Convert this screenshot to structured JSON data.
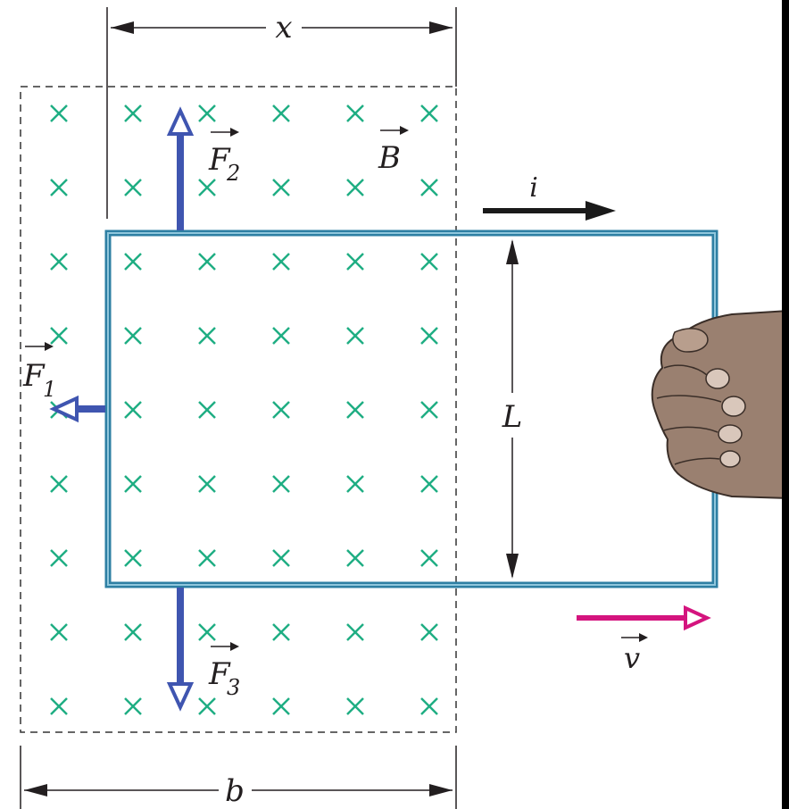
{
  "labels": {
    "x": "x",
    "b": "b",
    "L": "L",
    "i": "i",
    "F1": "F",
    "F1_sub": "1",
    "F2": "F",
    "F2_sub": "2",
    "F3": "F",
    "F3_sub": "3",
    "B": "B",
    "v": "v"
  },
  "field": {
    "symbol": "×",
    "rows": 9,
    "cols": 6
  },
  "colors": {
    "field_marks": "#1fae83",
    "loop": "#2e7fa3",
    "loop_inner": "#8fc6dc",
    "force_arrows": "#3f55b0",
    "current_arrow": "#1a1a1a",
    "velocity_arrow": "#d4147e",
    "hand": "#9a8070",
    "text": "#231f20"
  },
  "icons": {
    "hand": "hand-icon"
  }
}
